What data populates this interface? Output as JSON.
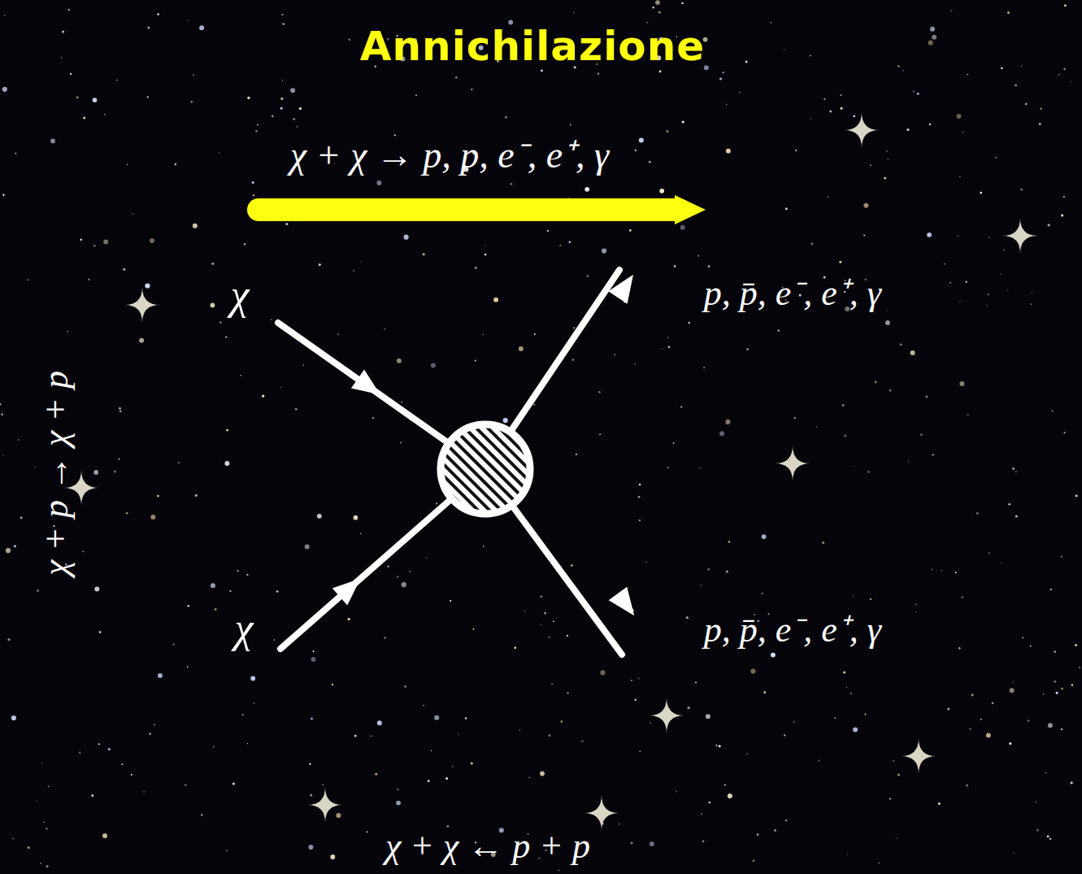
{
  "diagram": {
    "title": "Annichilazione",
    "labels": [
      "χ + χ → p, p, e⁻, e⁺, γ",
      "χ",
      "p, p̄, e⁻, e⁺, γ",
      "χ",
      "p, p̄, e⁻, e⁺, γ",
      "χ + p → χ + p",
      "χ + χ ← p + p"
    ]
  }
}
